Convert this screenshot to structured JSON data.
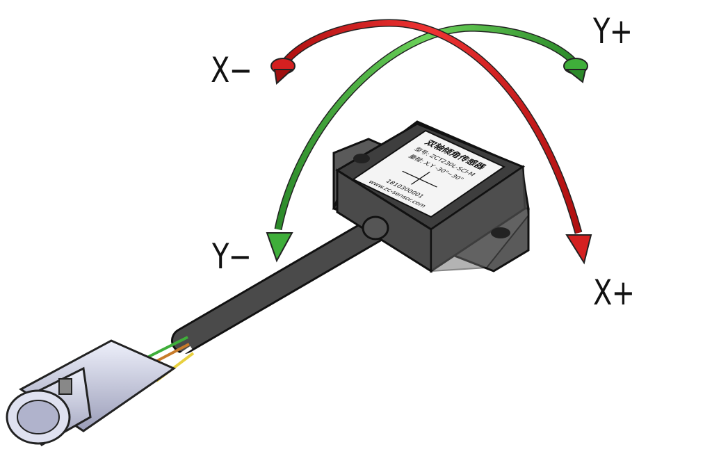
{
  "axis_labels": {
    "x_minus": "X−",
    "y_plus": "Y+",
    "y_minus": "Y−",
    "x_plus": "X+"
  },
  "sensor_label": {
    "title": "双轴倾角传感器",
    "model": "型号: ZCT230L-SCI-M",
    "range": "量程: X,Y -30°~30°",
    "serial": "1810300001",
    "website": "www.zc-sensor.com"
  },
  "colors": {
    "x_arrow": "#d42020",
    "y_arrow": "#3fae3a",
    "body": "#4a4a4a",
    "cable": "#3d3d3d",
    "connector": "#c9cbe0"
  }
}
